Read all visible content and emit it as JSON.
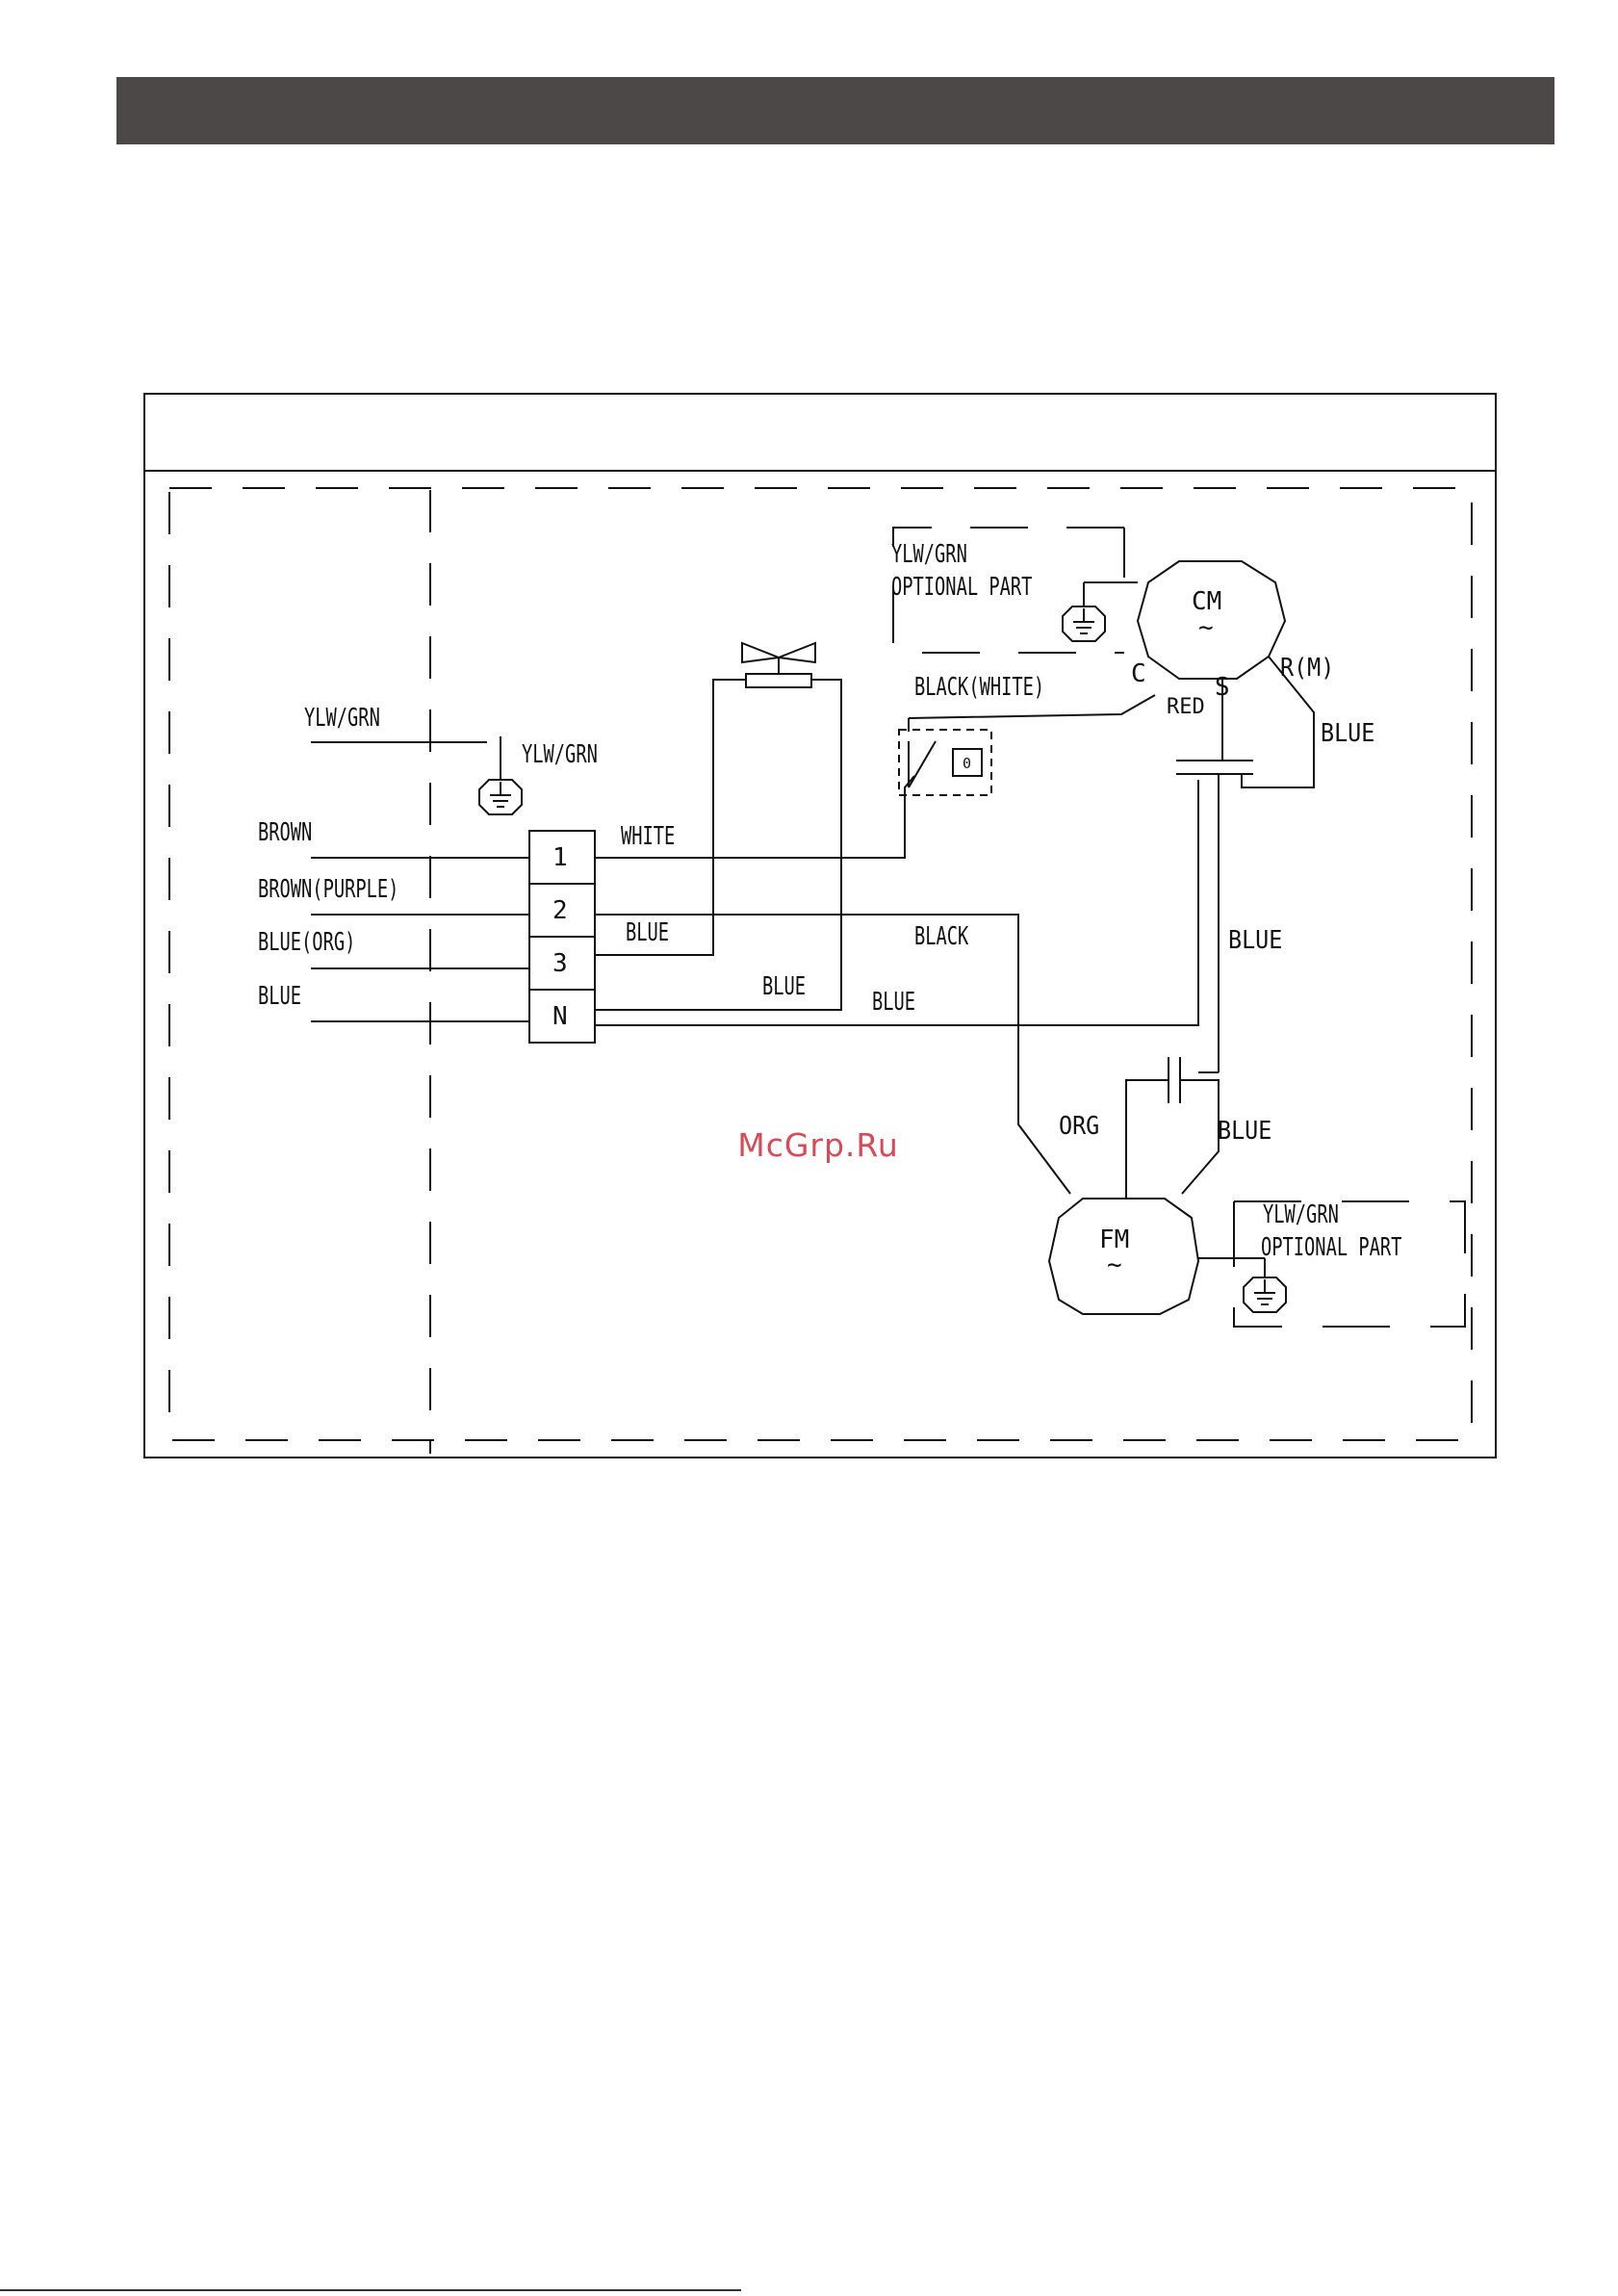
{
  "labels": {
    "ylw_grn_left": "YLW/GRN",
    "ylw_grn_ground": "YLW/GRN",
    "brown": "BROWN",
    "brown_purple": "BROWN(PURPLE)",
    "blue_org": "BLUE(ORG)",
    "blue_left": "BLUE",
    "terminal_1": "1",
    "terminal_2": "2",
    "terminal_3": "3",
    "terminal_n": "N",
    "white": "WHITE",
    "blue_valve": "BLUE",
    "blue_valve_return": "BLUE",
    "black_fm": "BLACK",
    "blue_n": "BLUE",
    "black_white": "BLACK(WHITE)",
    "cm": "CM",
    "cm_tilde": "~",
    "c_terminal": "C",
    "s_terminal": "S",
    "r_terminal": "R(M)",
    "red": "RED",
    "blue_cm": "BLUE",
    "blue_cap": "BLUE",
    "org": "ORG",
    "blue_fm": "BLUE",
    "fm": "FM",
    "fm_tilde": "~",
    "optional_top_1": "YLW/GRN",
    "optional_top_2": "OPTIONAL PART",
    "optional_bottom_1": "YLW/GRN",
    "optional_bottom_2": "OPTIONAL PART",
    "overload_value": "0"
  },
  "watermark": "McGrp.Ru",
  "colors": {
    "header_bar": "#4d4848",
    "watermark": "#d84a57",
    "line": "#111111"
  }
}
